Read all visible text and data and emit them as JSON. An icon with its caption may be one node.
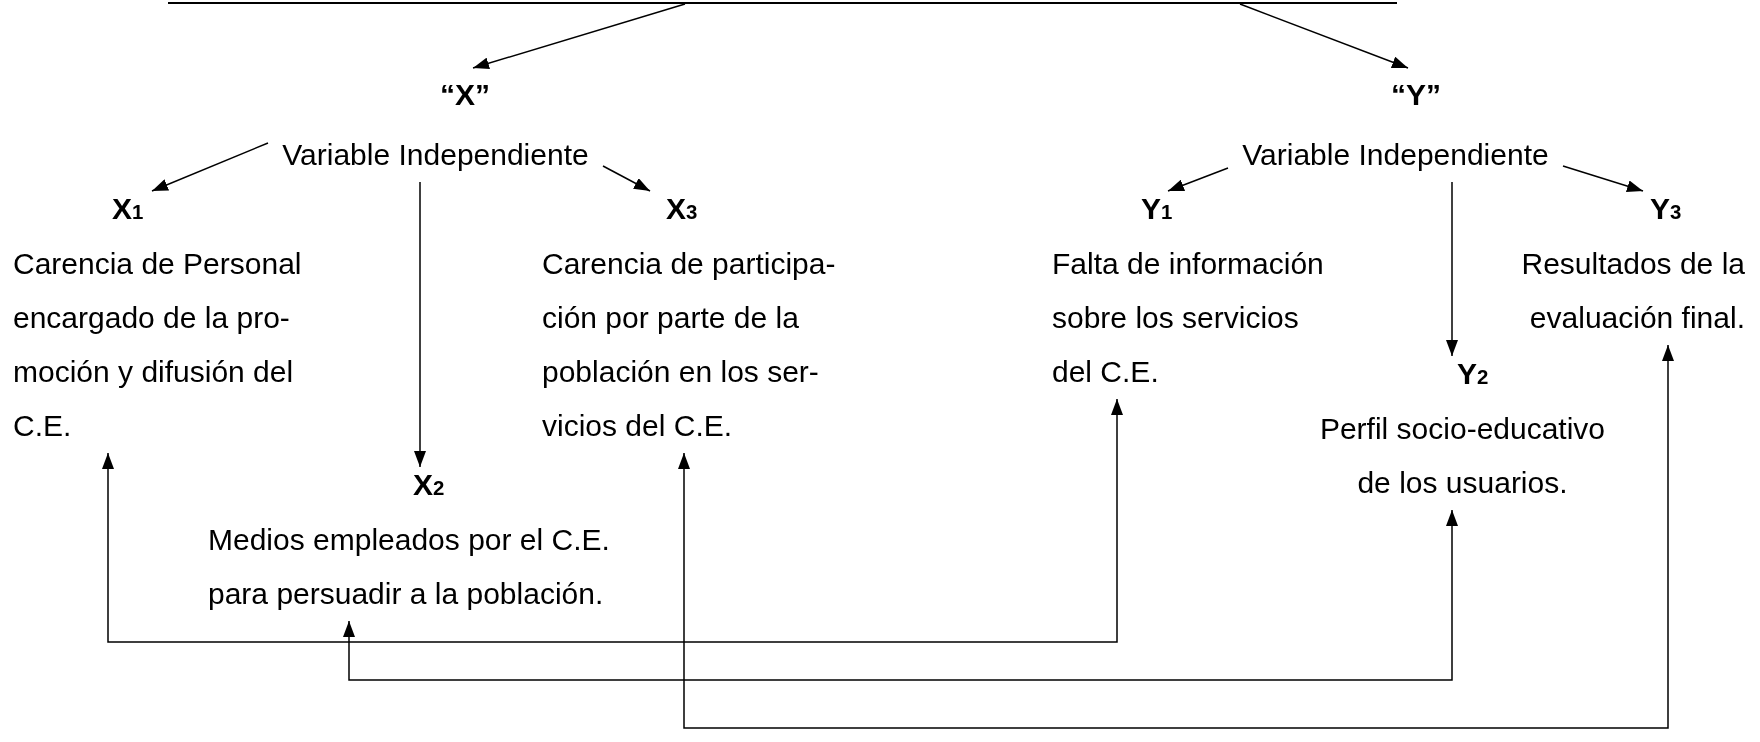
{
  "diagram": {
    "nodes": [
      {
        "text": [],
        "shape": "bar"
      },
      {
        "text": [
          "“X”"
        ]
      },
      {
        "text": [
          "Variable Independiente"
        ]
      },
      {
        "text": [
          "X$_{1}$",
          "Carencia de Personal encargado de la pro- moción y difusión del C.E."
        ]
      },
      {
        "text": [
          "X$_{2}$",
          "Medios empleados por el C.E. para persuadir a la población."
        ]
      },
      {
        "text": [
          "X$_{3}$",
          "Carencia de participa- ción por parte de la población en los ser- vicios del C.E."
        ]
      },
      {
        "text": [
          "“Y”"
        ]
      },
      {
        "text": [
          "Variable Independiente"
        ]
      },
      {
        "text": [
          "Y$_{1}$",
          "Falta de información sobre los servicios del C.E."
        ]
      },
      {
        "text": [
          "Y$_{2}$",
          "Perfil socio-educativo de los usuarios."
        ]
      },
      {
        "text": [
          "Y$_{3}$",
          "Resultados de la evaluación final."
        ]
      }
    ],
    "edges": [
      {
        "from": 0,
        "to": 1,
        "arrow": "to"
      },
      {
        "from": 0,
        "to": 6,
        "arrow": "to"
      },
      {
        "from": 2,
        "to": 3,
        "arrow": "to"
      },
      {
        "from": 2,
        "to": 4,
        "arrow": "to"
      },
      {
        "from": 2,
        "to": 5,
        "arrow": "to"
      },
      {
        "from": 7,
        "to": 8,
        "arrow": "to"
      },
      {
        "from": 7,
        "to": 9,
        "arrow": "to"
      },
      {
        "from": 7,
        "to": 10,
        "arrow": "to"
      },
      {
        "from": 3,
        "to": 8,
        "arrow": "both"
      },
      {
        "from": 4,
        "to": 9,
        "arrow": "both"
      },
      {
        "from": 5,
        "to": 10,
        "arrow": "both"
      }
    ]
  }
}
